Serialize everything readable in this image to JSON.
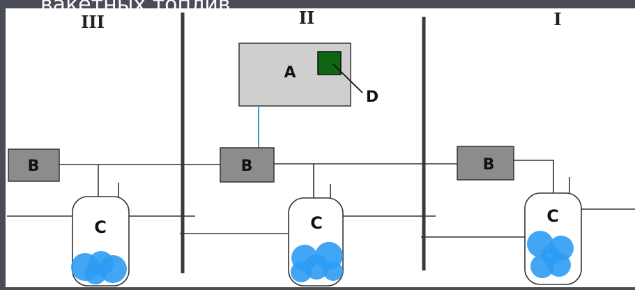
{
  "slide_caption_fragment": "вакетных топлив.",
  "zones": [
    {
      "id": "III",
      "label": "III"
    },
    {
      "id": "II",
      "label": "II"
    },
    {
      "id": "I",
      "label": "I"
    }
  ],
  "central_unit": {
    "label": "A"
  },
  "module": {
    "label": "D"
  },
  "interface_blocks": [
    {
      "label": "B"
    },
    {
      "label": "B"
    },
    {
      "label": "B"
    }
  ],
  "vessels": [
    {
      "label": "C"
    },
    {
      "label": "C"
    },
    {
      "label": "C"
    }
  ],
  "colors": {
    "background_frame": "#4a4d55",
    "panel": "#ffffff",
    "box_gray": "#8c8c8c",
    "box_light": "#cfcfcf",
    "module_green": "#0e6614",
    "link_blue": "#3aa0c8",
    "bubble_blue": "#2f9cf4",
    "line": "#333333"
  }
}
